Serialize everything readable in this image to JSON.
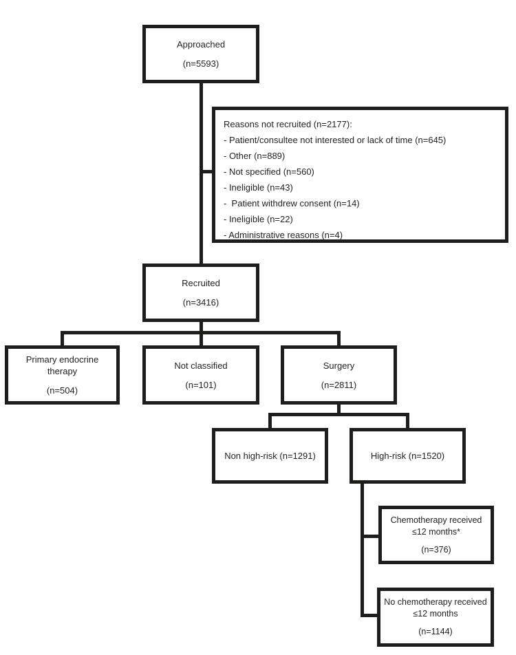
{
  "diagram": {
    "type": "flowchart",
    "nodes": {
      "approached": {
        "label": "Approached",
        "count": "(n=5593)"
      },
      "reasons_not_recruited": {
        "title": "Reasons not recruited (n=2177):",
        "items": [
          "- Patient/consultee not interested or lack of time (n=645)",
          "- Other (n=889)",
          "- Not specified (n=560)",
          "- Ineligible (n=43)",
          "-  Patient withdrew consent (n=14)",
          "- Ineligible (n=22)",
          "- Administrative reasons (n=4)"
        ]
      },
      "recruited": {
        "label": "Recruited",
        "count": "(n=3416)"
      },
      "primary_endocrine_therapy": {
        "label": "Primary endocrine therapy",
        "count": "(n=504)"
      },
      "not_classified": {
        "label": "Not classified",
        "count": "(n=101)"
      },
      "surgery": {
        "label": "Surgery",
        "count": "(n=2811)"
      },
      "non_high_risk": {
        "label": "Non high-risk (n=1291)"
      },
      "high_risk": {
        "label": "High-risk (n=1520)"
      },
      "chemotherapy_received": {
        "label": "Chemotherapy received ≤12 months*",
        "count": "(n=376)"
      },
      "no_chemotherapy_received": {
        "label": "No chemotherapy received ≤12 months",
        "count": "(n=1144)"
      }
    },
    "colors": {
      "line": "#1d1d1b",
      "text": "#231f20",
      "background": "#ffffff"
    }
  }
}
